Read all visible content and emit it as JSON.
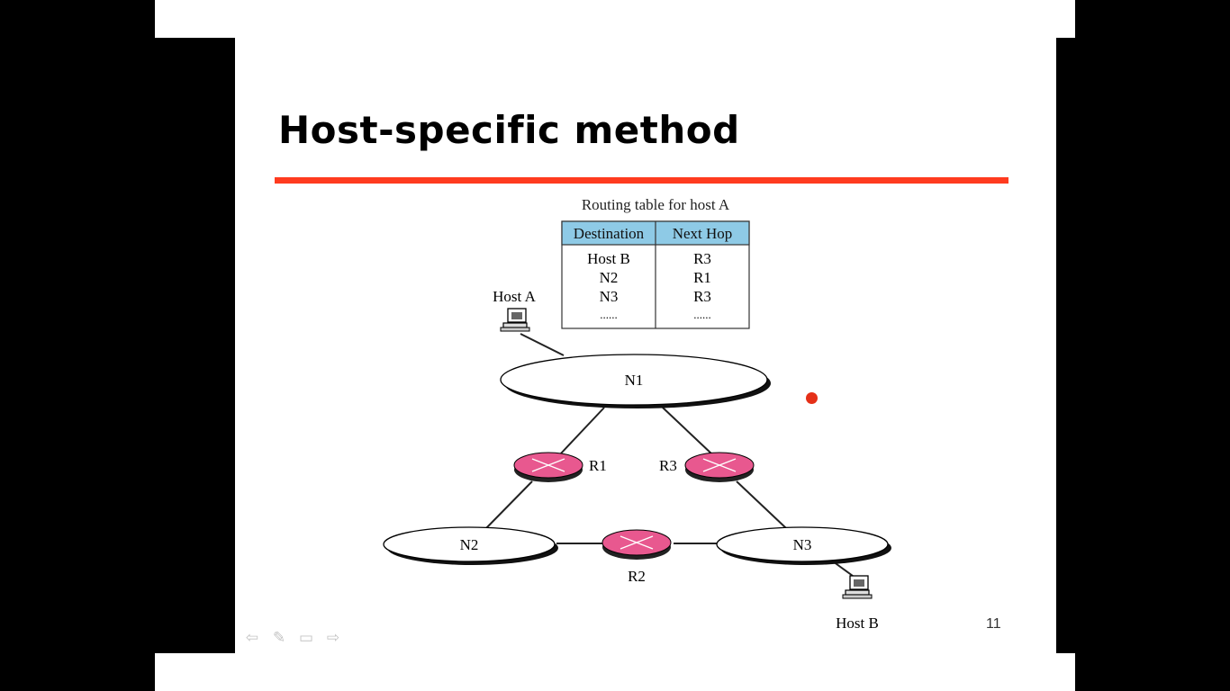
{
  "slide": {
    "title": "Host-specific method",
    "page_number": "11"
  },
  "routing_table": {
    "caption": "Routing table for host A",
    "headers": [
      "Destination",
      "Next Hop"
    ],
    "rows": [
      [
        "Host B",
        "R3"
      ],
      [
        "N2",
        "R1"
      ],
      [
        "N3",
        "R3"
      ],
      [
        "......",
        "......"
      ]
    ]
  },
  "network": {
    "hosts": {
      "a": "Host A",
      "b": "Host B"
    },
    "networks": {
      "n1": "N1",
      "n2": "N2",
      "n3": "N3"
    },
    "routers": {
      "r1": "R1",
      "r2": "R2",
      "r3": "R3"
    }
  },
  "nav": {
    "icons": [
      "arrow-left-icon",
      "pen-icon",
      "slides-icon",
      "arrow-right-icon"
    ]
  },
  "colors": {
    "accent_rule": "#ff3b1f",
    "table_header": "#8ecae6",
    "router_fill": "#e8588f",
    "pointer": "#e53018"
  }
}
